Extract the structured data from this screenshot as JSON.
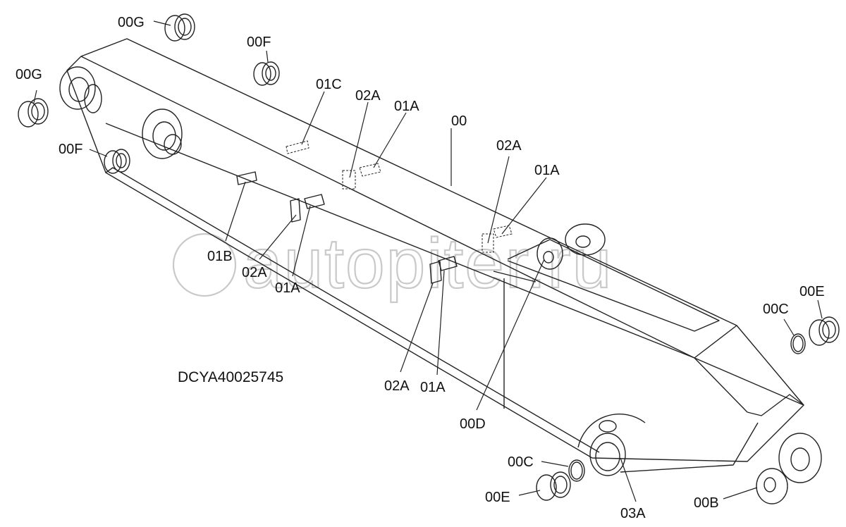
{
  "diagram": {
    "drawing_code": "DCYA40025745",
    "watermark": "autopiter.ru",
    "callouts": [
      "00",
      "00G",
      "00G",
      "00F",
      "00F",
      "01C",
      "02A",
      "01A",
      "02A",
      "01A",
      "01B",
      "02A",
      "01A",
      "02A",
      "01A",
      "00D",
      "00C",
      "00E",
      "00C",
      "00E",
      "03A",
      "00B"
    ]
  }
}
